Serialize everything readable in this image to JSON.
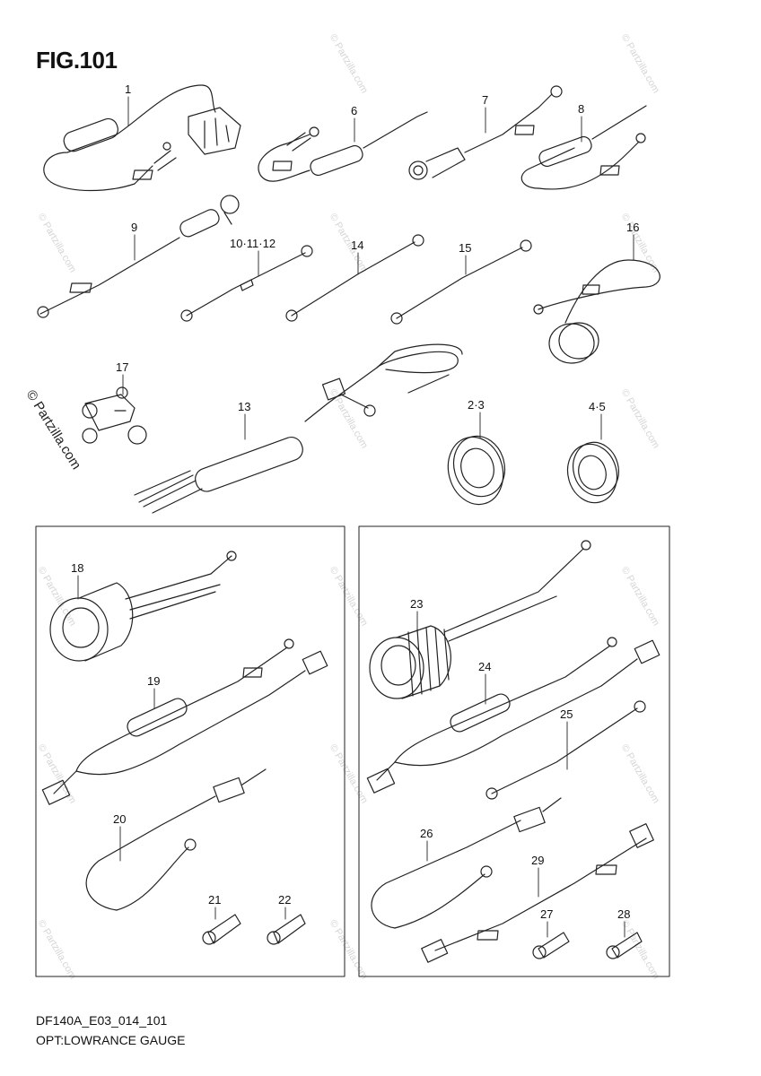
{
  "figure": {
    "title": "FIG.101",
    "code": "DF140A_E03_014_101",
    "caption": "OPT:LOWRANCE GAUGE"
  },
  "watermark": {
    "text": "© Partzilla.com",
    "prominent_text": "© Partzilla.com"
  },
  "callouts": {
    "c1": "1",
    "c6": "6",
    "c7": "7",
    "c8": "8",
    "c9": "9",
    "c10_11_12": "10·11·12",
    "c14": "14",
    "c15": "15",
    "c16": "16",
    "c17": "17",
    "c13": "13",
    "c2_3": "2·3",
    "c4_5": "4·5",
    "c18": "18",
    "c19": "19",
    "c20": "20",
    "c21": "21",
    "c22": "22",
    "c23": "23",
    "c24": "24",
    "c25": "25",
    "c26": "26",
    "c27": "27",
    "c28": "28",
    "c29": "29"
  },
  "colors": {
    "line": "#222222",
    "watermark": "#d6d6d6",
    "background": "#ffffff"
  }
}
